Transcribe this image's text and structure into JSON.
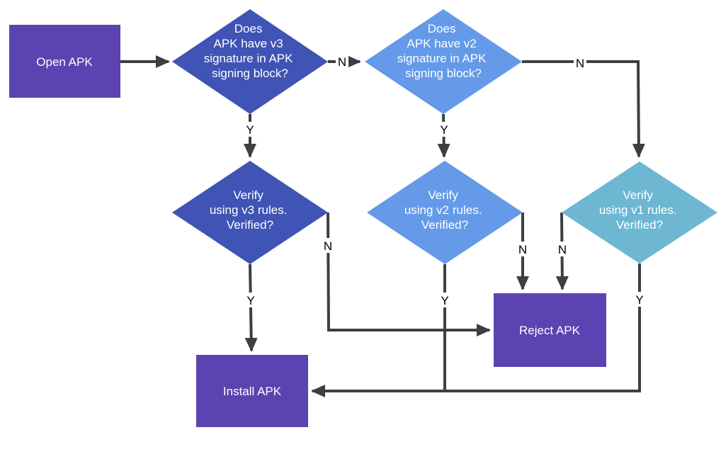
{
  "nodes": {
    "open_apk": {
      "label": "Open APK"
    },
    "v3_signature_question": {
      "lines": [
        "Does",
        "APK have v3",
        "signature in APK",
        "signing block?"
      ]
    },
    "v2_signature_question": {
      "lines": [
        "Does",
        "APK have v2",
        "signature in APK",
        "signing block?"
      ]
    },
    "verify_v3": {
      "lines": [
        "Verify",
        "using v3 rules.",
        "Verified?"
      ]
    },
    "verify_v2": {
      "lines": [
        "Verify",
        "using v2 rules.",
        "Verified?"
      ]
    },
    "verify_v1": {
      "lines": [
        "Verify",
        "using v1 rules.",
        "Verified?"
      ]
    },
    "reject_apk": {
      "label": "Reject APK"
    },
    "install_apk": {
      "label": "Install APK"
    }
  },
  "edge_labels": {
    "v3_question_no": "N",
    "v3_question_yes": "Y",
    "v2_question_no": "N",
    "v2_question_yes": "Y",
    "verify_v3_yes": "Y",
    "verify_v3_no": "N",
    "verify_v2_no": "N",
    "verify_v2_yes": "Y",
    "verify_v1_no": "N",
    "verify_v1_yes": "Y"
  },
  "colors": {
    "box_purple": "#5b43b1",
    "diamond_dark_blue": "#3f54b4",
    "diamond_light_blue": "#649ae8",
    "diamond_teal": "#6db7d3",
    "connector": "#3c4043",
    "node_text": "#ffffff",
    "edge_label_text": "#000000",
    "background": "#ffffff"
  }
}
